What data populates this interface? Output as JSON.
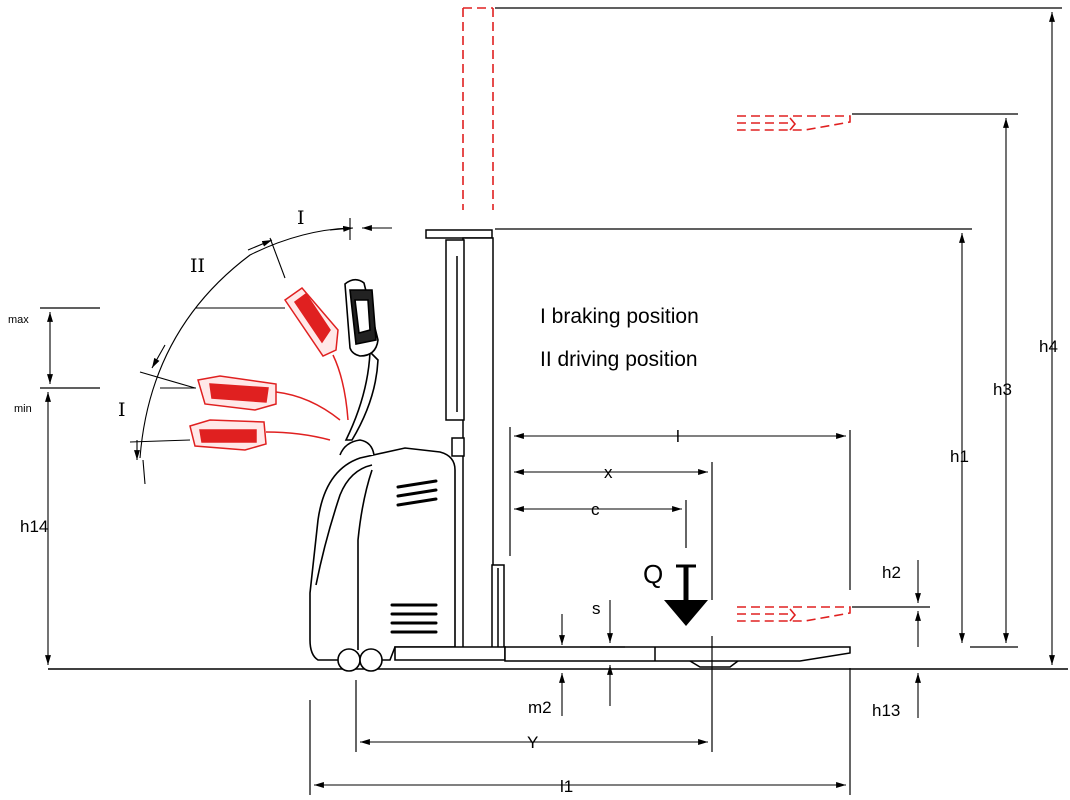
{
  "legend": {
    "braking": "I  braking position",
    "driving": "II  driving position"
  },
  "labels": {
    "h1": "h1",
    "h2": "h2",
    "h3": "h3",
    "h4": "h4",
    "h13": "h13",
    "h14": "h14",
    "l": "l",
    "x": "x",
    "c": "c",
    "s": "s",
    "Q": "Q",
    "Y": "Y",
    "m2": "m2",
    "l1": "l1",
    "max": "max",
    "min": "min",
    "roman_I_top": "I",
    "roman_II": "II",
    "roman_I_low": "I"
  },
  "colors": {
    "line": "#000000",
    "raised_position": "#e02020",
    "fill_truck": "#ffffff"
  }
}
